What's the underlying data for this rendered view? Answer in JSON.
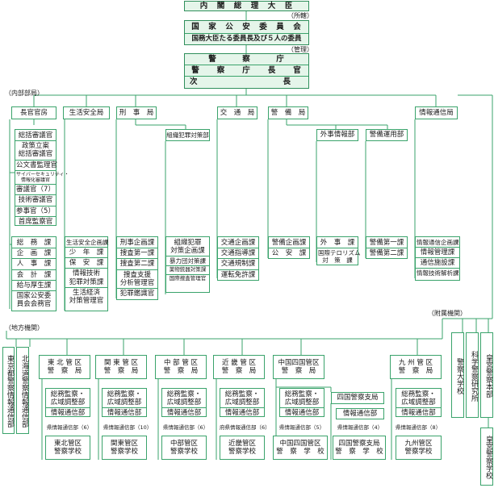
{
  "top": {
    "pm": "内　閣　総　理　大　臣",
    "jurisdiction_label": "（所轄）",
    "npsc": "国　家　公　安　委　員　会",
    "npsc_members": "国務大臣たる委員長及び５人の委員",
    "management_label": "（管理）",
    "npa_rows": [
      "警　　　察　　　庁",
      "警　　察　　庁　　長　　官",
      "次　　　　　　　　　　長"
    ]
  },
  "internal_label": "（内部部局）",
  "bureaus": [
    {
      "name": "長官官房",
      "sub": [
        "総括審議官",
        "政策立案\n総括審議官",
        "公文書監理官",
        "サイバーセキュリティ・\n情報化審議官",
        "審議官（7）",
        "技術審議官",
        "参事官（5）",
        "首席監察官"
      ],
      "divisions": [
        "総　務　課",
        "企　画　課",
        "人　事　課",
        "会　計　課",
        "給与厚生課",
        "国家公安委\n員会会務官"
      ]
    },
    {
      "name": "生活安全局",
      "divisions": [
        "生活安全企画課",
        "少　年　課",
        "保　安　課",
        "情報技術\n犯罪対策課",
        "生活経済\n対策管理官"
      ]
    },
    {
      "name": "刑　事　局",
      "divisions": [
        "刑事企画課",
        "捜査第一課",
        "捜査第二課",
        "捜査支援\n分析管理官",
        "犯罪鑑識官"
      ]
    },
    {
      "name": "組織犯罪対策部",
      "divisions": [
        "組織犯罪\n対策企画課",
        "暴力団対策課",
        "薬物銃器対策課",
        "国際捜査管理官"
      ]
    },
    {
      "name": "交　通　局",
      "divisions": [
        "交通企画課",
        "交通指導課",
        "交通規制課",
        "運転免許課"
      ]
    },
    {
      "name": "警　備　局",
      "divisions": [
        "警備企画課",
        "公　安　課"
      ]
    },
    {
      "name": "外事情報部",
      "divisions": [
        "外　事　課",
        "国際テロリズム\n対　策　課"
      ]
    },
    {
      "name": "警備運用部",
      "divisions": [
        "警備第一課",
        "警備第二課"
      ]
    },
    {
      "name": "情報通信局",
      "divisions": [
        "情報通信企画課",
        "情報管理課",
        "通信施設課",
        "情報技術解析課"
      ]
    }
  ],
  "attached_label": "（附属機関）",
  "attached": [
    "警察大学校",
    "科学警察研究所",
    "皇宮警察本部",
    "皇宮警察学校"
  ],
  "local_label": "（地方機関）",
  "tokyo": "東京都警察情報通信部",
  "hokkaido": "北海道警察情報通信部",
  "regions": [
    {
      "name": "東 北 管 区\n警　察　局",
      "subs": [
        "総務監察・\n広域調整部",
        "情報通信部",
        "県情報通信部（6）"
      ],
      "school": "東北管区\n警察学校"
    },
    {
      "name": "関 東 管 区\n警　察　局",
      "subs": [
        "総務監察・\n広域調整部",
        "情報通信部",
        "県情報通信部（10）"
      ],
      "school": "関東管区\n警察学校"
    },
    {
      "name": "中 部 管 区\n警　察　局",
      "subs": [
        "総務監察・\n広域調整部",
        "情報通信部",
        "県情報通信部（6）"
      ],
      "school": "中部管区\n警察学校"
    },
    {
      "name": "近 畿 管 区\n警　察　局",
      "subs": [
        "総務監察・\n広域調整部",
        "情報通信部",
        "府県情報通信部（6）"
      ],
      "school": "近畿管区\n警察学校"
    },
    {
      "name": "中国四国管区\n警　察　局",
      "subs": [
        "総務監察・\n広域調整部",
        "情報通信部",
        "県情報通信部（5）"
      ],
      "school": "中国四国管区\n警　察　学　校"
    },
    {
      "name": "四国警察支局",
      "subs": [
        "情報通信部",
        "県情報通信部（4）"
      ],
      "school": "四国警察支局\n警　察　学　校"
    },
    {
      "name": "九 州 管 区\n警　察　局",
      "subs": [
        "総務監察・\n広域調整部",
        "情報通信部",
        "県情報通信部（8）"
      ],
      "school": "九州管区\n警察学校"
    }
  ]
}
